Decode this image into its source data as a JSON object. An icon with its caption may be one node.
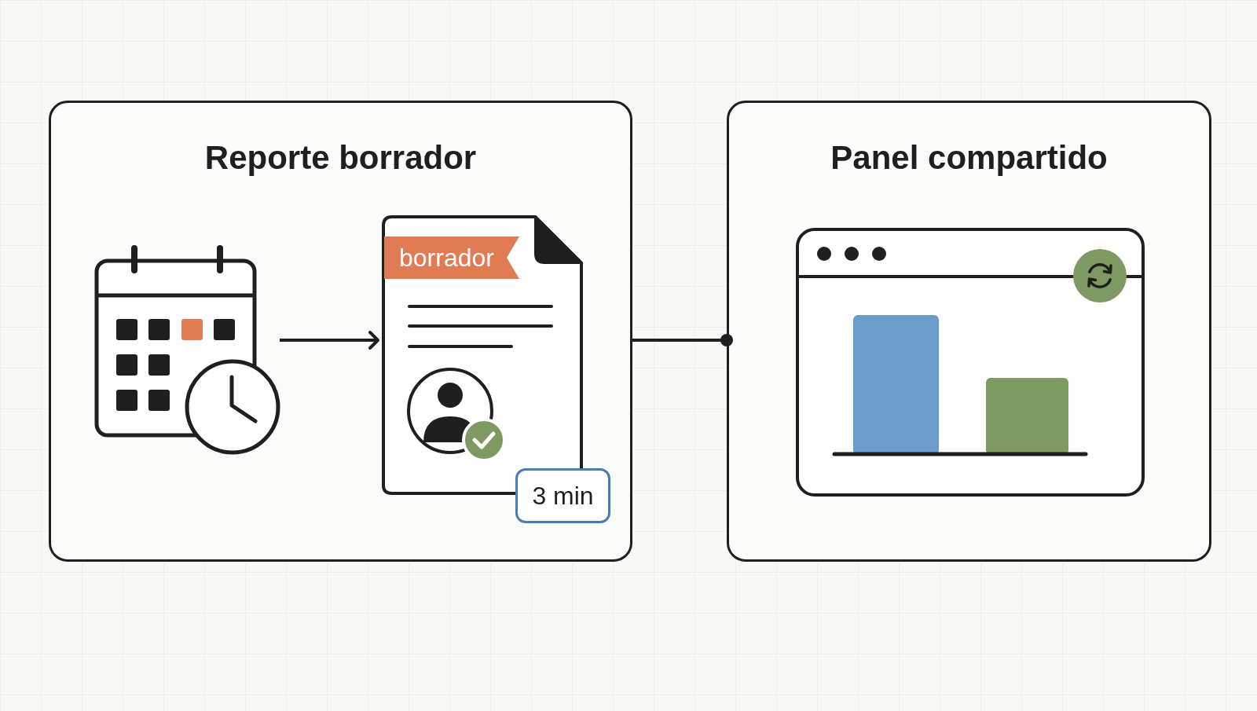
{
  "diagram": {
    "nodes": [
      {
        "text": [
          "Reporte borrador"
        ]
      },
      {
        "text": [],
        "shape": "picture",
        "in": 0
      },
      {
        "text": [
          "borrador"
        ],
        "in": 0
      },
      {
        "text": [
          "3 min"
        ],
        "in": 0
      },
      {
        "text": [
          "Panel compartido"
        ]
      },
      {
        "text": [],
        "shape": "picture",
        "in": 4
      }
    ],
    "edges": [
      {
        "from": 1,
        "to": 2,
        "arrow": "to"
      },
      {
        "from": 0,
        "to": 4,
        "arrow": "other"
      }
    ]
  }
}
